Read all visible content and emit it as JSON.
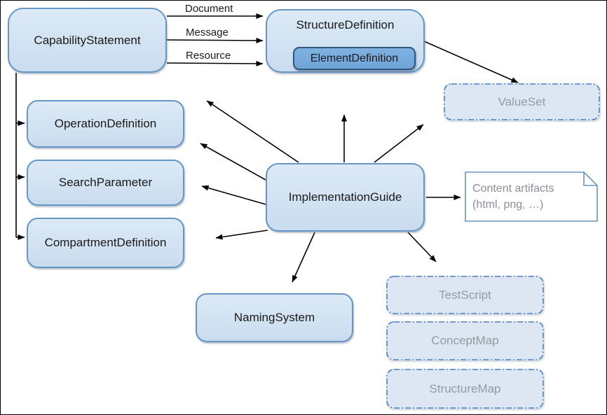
{
  "diagram": {
    "nodes": {
      "capability_statement": {
        "label": "CapabilityStatement"
      },
      "structure_definition": {
        "label": "StructureDefinition"
      },
      "element_definition": {
        "label": "ElementDefinition"
      },
      "value_set": {
        "label": "ValueSet"
      },
      "operation_definition": {
        "label": "OperationDefinition"
      },
      "search_parameter": {
        "label": "SearchParameter"
      },
      "compartment_definition": {
        "label": "CompartmentDefinition"
      },
      "implementation_guide": {
        "label": "ImplementationGuide"
      },
      "content_artifacts": {
        "line1": "Content artifacts",
        "line2": "(html, png, …)"
      },
      "naming_system": {
        "label": "NamingSystem"
      },
      "test_script": {
        "label": "TestScript"
      },
      "concept_map": {
        "label": "ConceptMap"
      },
      "structure_map": {
        "label": "StructureMap"
      }
    },
    "edge_labels": {
      "document": "Document",
      "message": "Message",
      "resource": "Resource"
    },
    "colors": {
      "node_fill_top": "#dceaf6",
      "node_fill_bottom": "#c9dcee",
      "node_border": "#6596c6",
      "inner_fill": "#70a5d9",
      "inner_border": "#30567e",
      "ghost_fill": "#dde7f3",
      "ghost_border": "#4f81bd",
      "ghost_text": "#939aa1",
      "note_border": "#6d94ba",
      "note_text": "#8a9096",
      "text": "#1a1a1a",
      "arrow": "#000000"
    }
  }
}
